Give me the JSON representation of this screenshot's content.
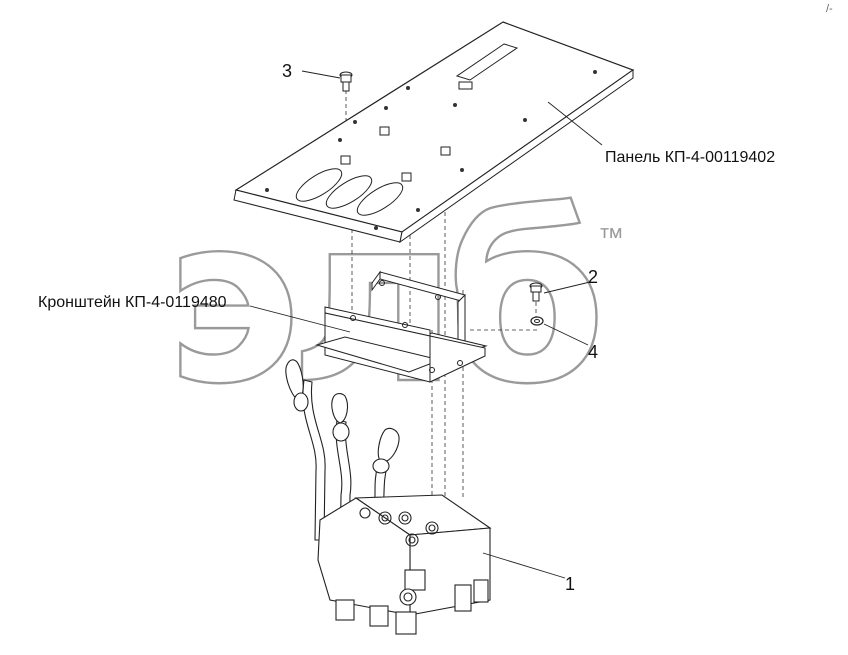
{
  "watermark": {
    "text": "элб",
    "trademark": "™"
  },
  "labels": {
    "panel": "Панель КП-4-00119402",
    "bracket": "Кронштейн КП-4-0119480"
  },
  "callouts": {
    "c1": "1",
    "c2": "2",
    "c3": "3",
    "c4": "4"
  },
  "corner_mark": "/-"
}
